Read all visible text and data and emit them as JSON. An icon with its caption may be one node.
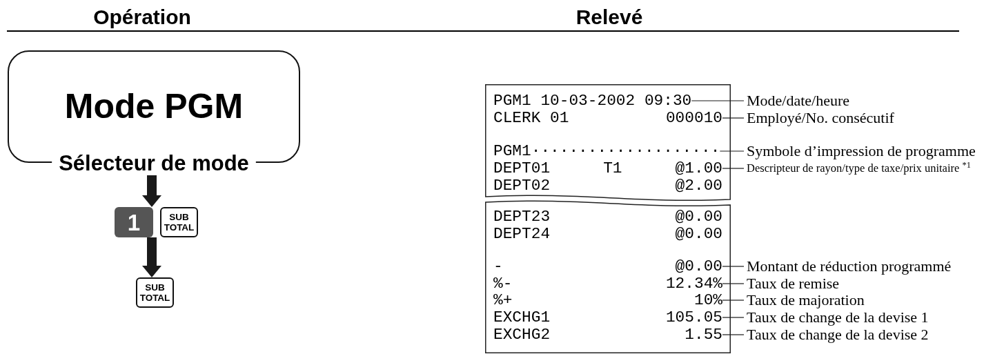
{
  "diagram": {
    "nodes": [
      {
        "text": [
          "Mode PGM",
          "Sélecteur de mode"
        ]
      },
      {
        "text": [
          "1"
        ]
      },
      {
        "text": [
          "SUB TOTAL"
        ]
      },
      {
        "text": [
          "SUB TOTAL"
        ]
      },
      {
        "text": [],
        "shape": "box"
      },
      {
        "text": [
          "PGM1 10-03-2002 09:30"
        ],
        "in": 4
      },
      {
        "text": [
          "CLERK 01",
          "000010"
        ],
        "in": 4
      },
      {
        "text": [
          "PGM1····················"
        ],
        "in": 4
      },
      {
        "text": [
          "DEPT01",
          "T1",
          "@1.00"
        ],
        "in": 4
      },
      {
        "text": [
          "DEPT02",
          "@2.00"
        ],
        "in": 4
      },
      {
        "text": [],
        "shape": "box"
      },
      {
        "text": [
          "DEPT23",
          "@0.00"
        ],
        "in": 10
      },
      {
        "text": [
          "DEPT24",
          "@0.00"
        ],
        "in": 10
      },
      {
        "text": [
          "-",
          "@0.00"
        ],
        "in": 10
      },
      {
        "text": [
          "%-",
          "12.34%"
        ],
        "in": 10
      },
      {
        "text": [
          "%+",
          "10%"
        ],
        "in": 10
      },
      {
        "text": [
          "EXCHG1",
          "105.05"
        ],
        "in": 10
      },
      {
        "text": [
          "EXCHG2",
          "1.55"
        ],
        "in": 10
      },
      {
        "text": [
          "Mode/date/heure"
        ]
      },
      {
        "text": [
          "Employé/No. consécutif"
        ]
      },
      {
        "text": [
          "Symbole d’impression de programme"
        ]
      },
      {
        "text": [
          "Descripteur de rayon/type de taxe/prix unitaire $^{*1}$"
        ]
      },
      {
        "text": [
          "Montant de réduction programmé"
        ]
      },
      {
        "text": [
          "Taux de remise"
        ]
      },
      {
        "text": [
          "Taux de majoration"
        ]
      },
      {
        "text": [
          "Taux de change de la devise 1"
        ]
      },
      {
        "text": [
          "Taux de change de la devise 2"
        ]
      }
    ],
    "edges": [
      {
        "from": 0,
        "to": 1,
        "arrow": "to",
        "style": "thick"
      },
      {
        "from": 1,
        "to": 3,
        "arrow": "to",
        "style": "thick"
      },
      {
        "from": 18,
        "to": 5,
        "arrow": "none"
      },
      {
        "from": 19,
        "to": 6,
        "arrow": "none"
      },
      {
        "from": 20,
        "to": 7,
        "arrow": "none"
      },
      {
        "from": 21,
        "to": 8,
        "arrow": "none"
      },
      {
        "from": 22,
        "to": 13,
        "arrow": "none"
      },
      {
        "from": 23,
        "to": 14,
        "arrow": "none"
      },
      {
        "from": 24,
        "to": 15,
        "arrow": "none"
      },
      {
        "from": 25,
        "to": 16,
        "arrow": "none"
      },
      {
        "from": 26,
        "to": 17,
        "arrow": "none"
      }
    ],
    "labels": [
      "Opération",
      "Relevé"
    ]
  }
}
